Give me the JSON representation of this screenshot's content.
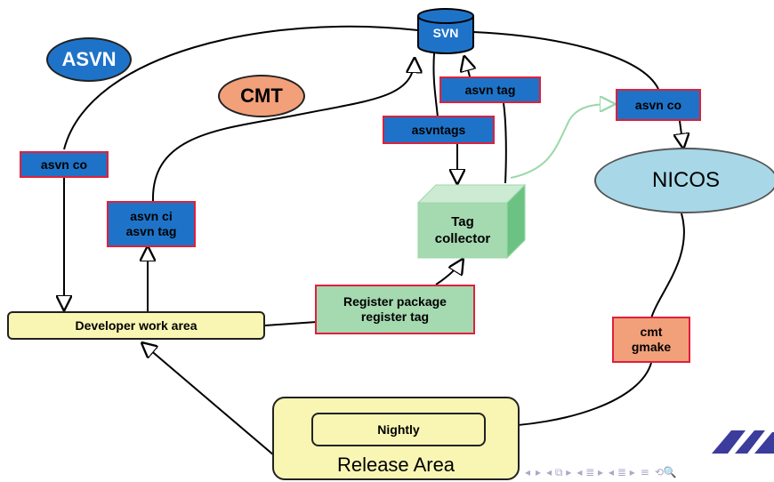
{
  "nodes": {
    "svn": "SVN",
    "asvn": "ASVN",
    "cmt": "CMT",
    "nicos": "NICOS",
    "tag_collector": "Tag\ncollector",
    "developer_work_area": "Developer work area",
    "release_area": "Release Area",
    "nightly": "Nightly"
  },
  "labels": {
    "asvn_co_left": "asvn co",
    "asvn_ci_tag": "asvn ci\nasvn tag",
    "asvntags": "asvntags",
    "asvn_tag": "asvn  tag",
    "asvn_co_right": "asvn co",
    "register_package": "Register package\nregister tag",
    "cmt_gmake": "cmt\ngmake"
  },
  "colors": {
    "label_blue": "#1e73c8",
    "label_border": "#e0203c",
    "cylinder_blue": "#1e73c8",
    "tag_collector_green": "#a5d9b0",
    "nicos_light_blue": "#a8d8e8",
    "cmt_orange": "#f2a07a",
    "area_yellow": "#f9f6b4",
    "logo_purple": "#3c3c9c",
    "arrow_light_green": "#9ad8a8"
  },
  "nav_icons": [
    "triangle-left-icon",
    "triangle-right-icon",
    "frame-icon",
    "section-icon",
    "subsection-icon",
    "align-icon",
    "search-icon"
  ]
}
